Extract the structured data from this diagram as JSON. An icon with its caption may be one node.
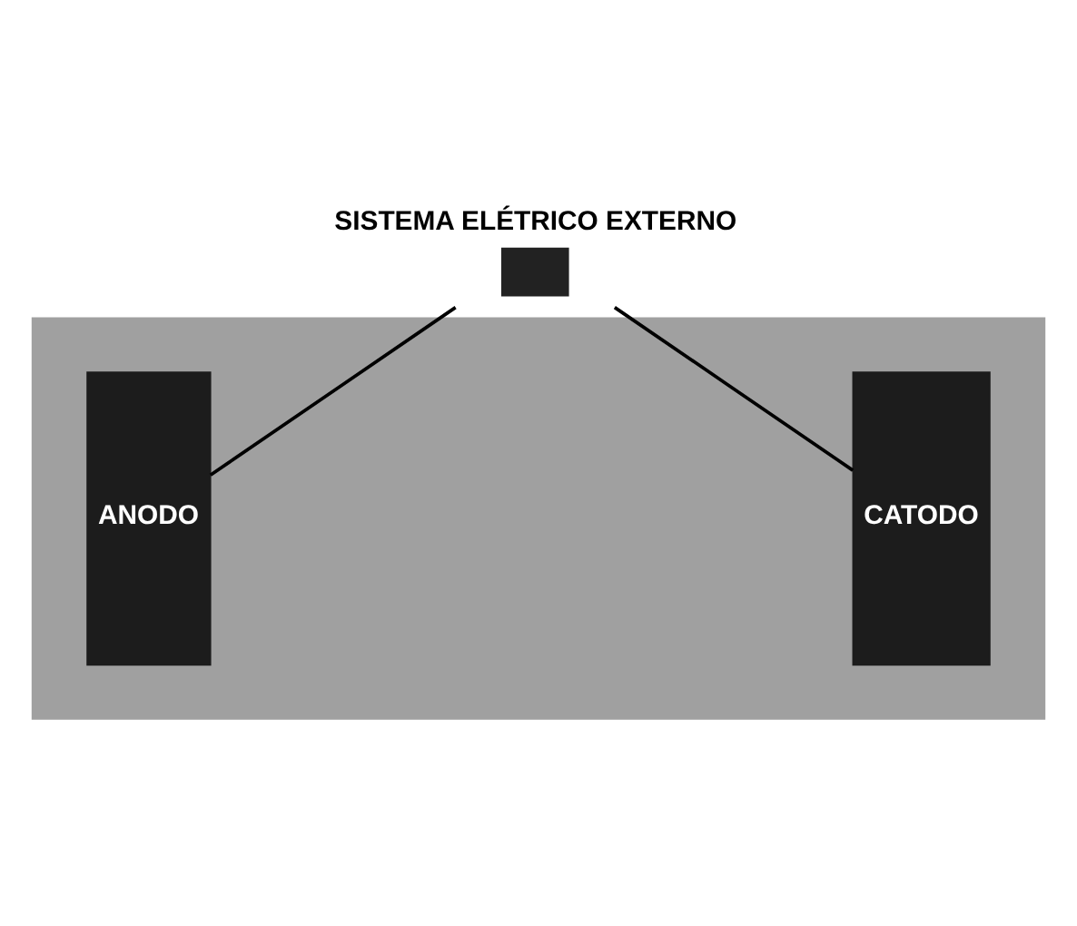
{
  "diagram": {
    "nodes": [
      {
        "text": [
          "SISTEMA ELÉTRICO EXTERNO"
        ]
      },
      {
        "text": [],
        "shape": "box"
      },
      {
        "text": [
          "ANODO"
        ],
        "in": 1
      },
      {
        "text": [
          "CATODO"
        ],
        "in": 1
      }
    ],
    "edges": [
      {
        "from": 0,
        "to": 2,
        "arrow": "none"
      },
      {
        "from": 0,
        "to": 3,
        "arrow": "none"
      }
    ]
  }
}
